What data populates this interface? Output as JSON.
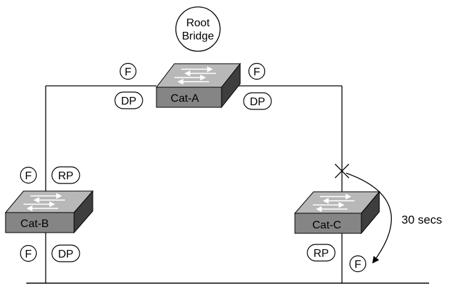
{
  "root_bridge": {
    "line1": "Root",
    "line2": "Bridge"
  },
  "switches": {
    "cat_a": "Cat-A",
    "cat_b": "Cat-B",
    "cat_c": "Cat-C"
  },
  "port_labels": {
    "forwarding": "F",
    "designated": "DP",
    "root": "RP"
  },
  "timer_label": "30 secs",
  "colors": {
    "switch_top": "#b8b8b8",
    "switch_front": "#858585",
    "switch_side": "#3e3e3e",
    "line": "#000000"
  }
}
